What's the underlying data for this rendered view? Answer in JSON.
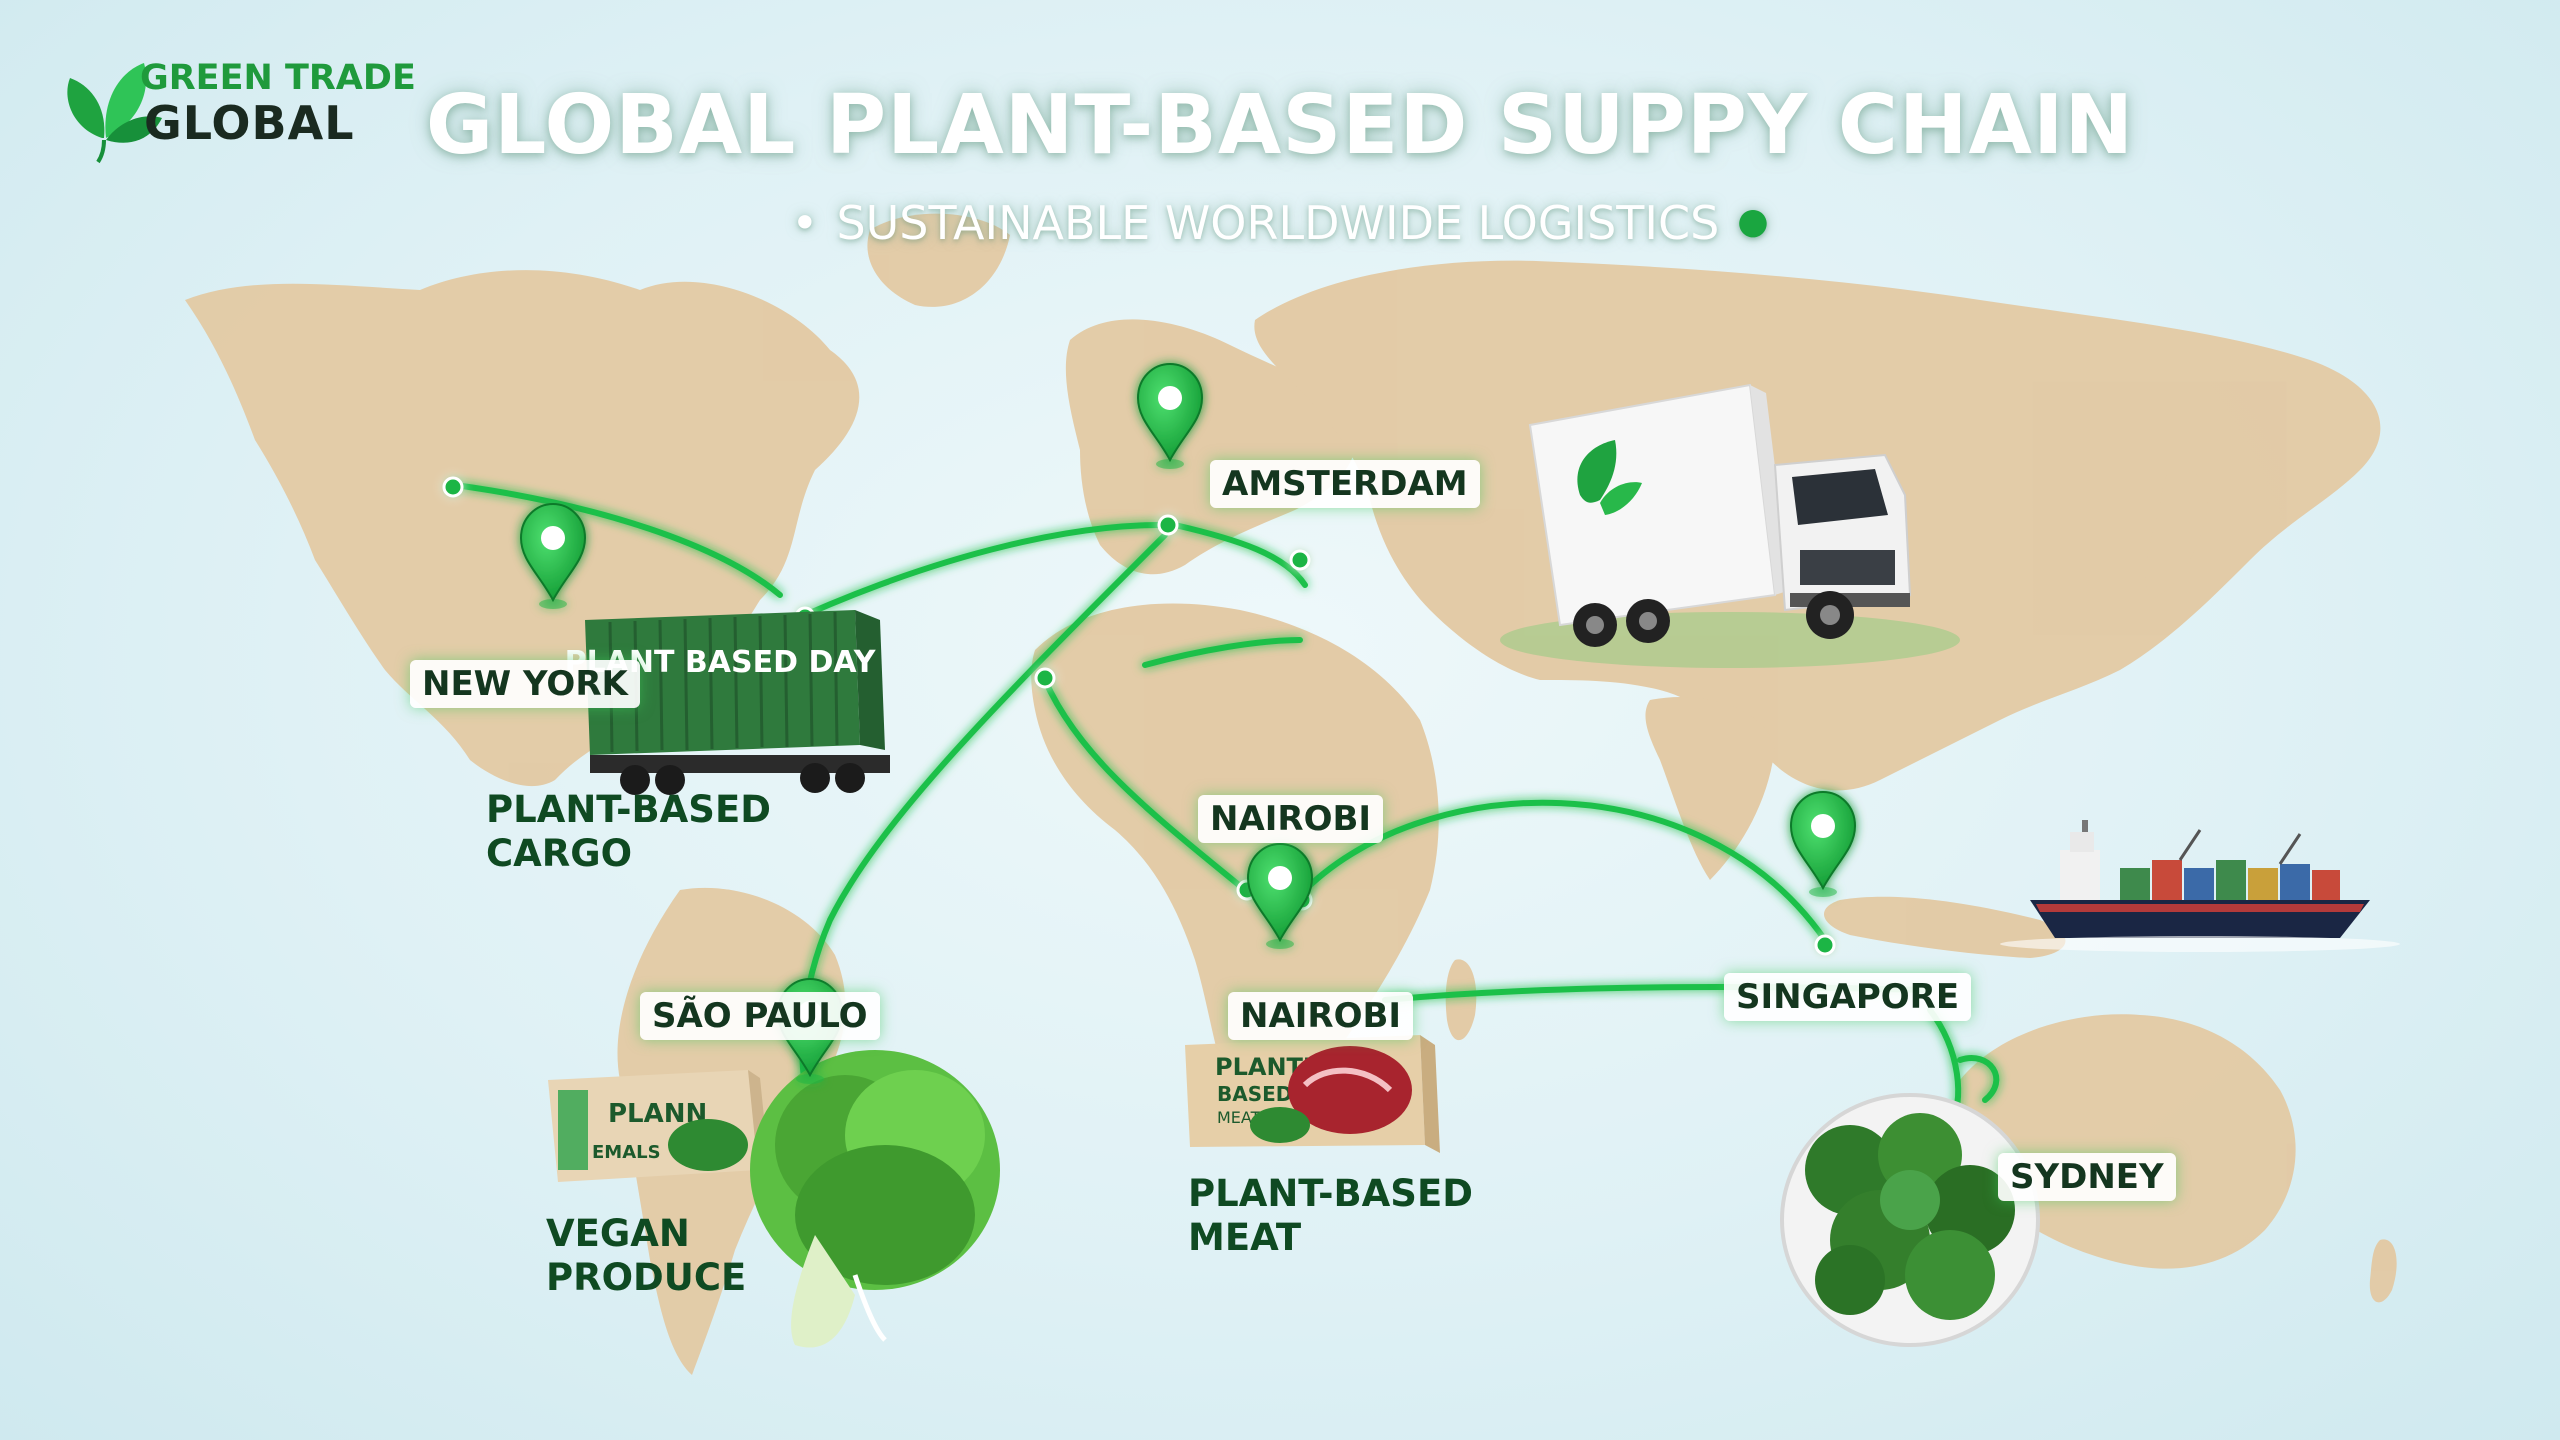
{
  "logo": {
    "line1": "GREEN TRADE",
    "line2": "GLOBAL"
  },
  "title": "GLOBAL PLANT-BASED SUPPY CHAIN",
  "subtitle": "SUSTAINABLE WORLDWIDE LOGISTICS",
  "cities": {
    "new_york": "NEW YORK",
    "amsterdam": "AMSTERDAM",
    "nairobi_upper": "NAIROBI",
    "nairobi_lower": "NAIROBI",
    "singapore": "SINGAPORE",
    "sao_paulo": "SÃO PAULO",
    "sydney": "SYDNEY"
  },
  "categories": {
    "cargo": {
      "line1": "PLANT-BASED",
      "line2": "CARGO"
    },
    "produce": {
      "line1": "VEGAN",
      "line2": "PRODUCE"
    },
    "meat": {
      "line1": "PLANT-BASED",
      "line2": "MEAT"
    }
  },
  "container_text": "PLANT BASED DAY",
  "produce_box_text": {
    "line1": "PLANN",
    "line2": "EMALS"
  },
  "meat_box_text": {
    "line1": "PLANTN",
    "line2": "BASED",
    "line3": "MEAT"
  },
  "icons": {
    "logo": "leaf-icon",
    "pin": "map-pin-icon",
    "truck": "truck-icon",
    "container": "container-truck-icon",
    "ship": "cargo-ship-icon",
    "lettuce": "lettuce-icon",
    "bowl": "spinach-bowl-icon"
  },
  "colors": {
    "route": "#1fc04a",
    "pin": "#1fb544",
    "land": "#e3c9a3",
    "ocean": "#dff1f5",
    "container": "#2f7a3d",
    "text_dark": "#14361f"
  }
}
